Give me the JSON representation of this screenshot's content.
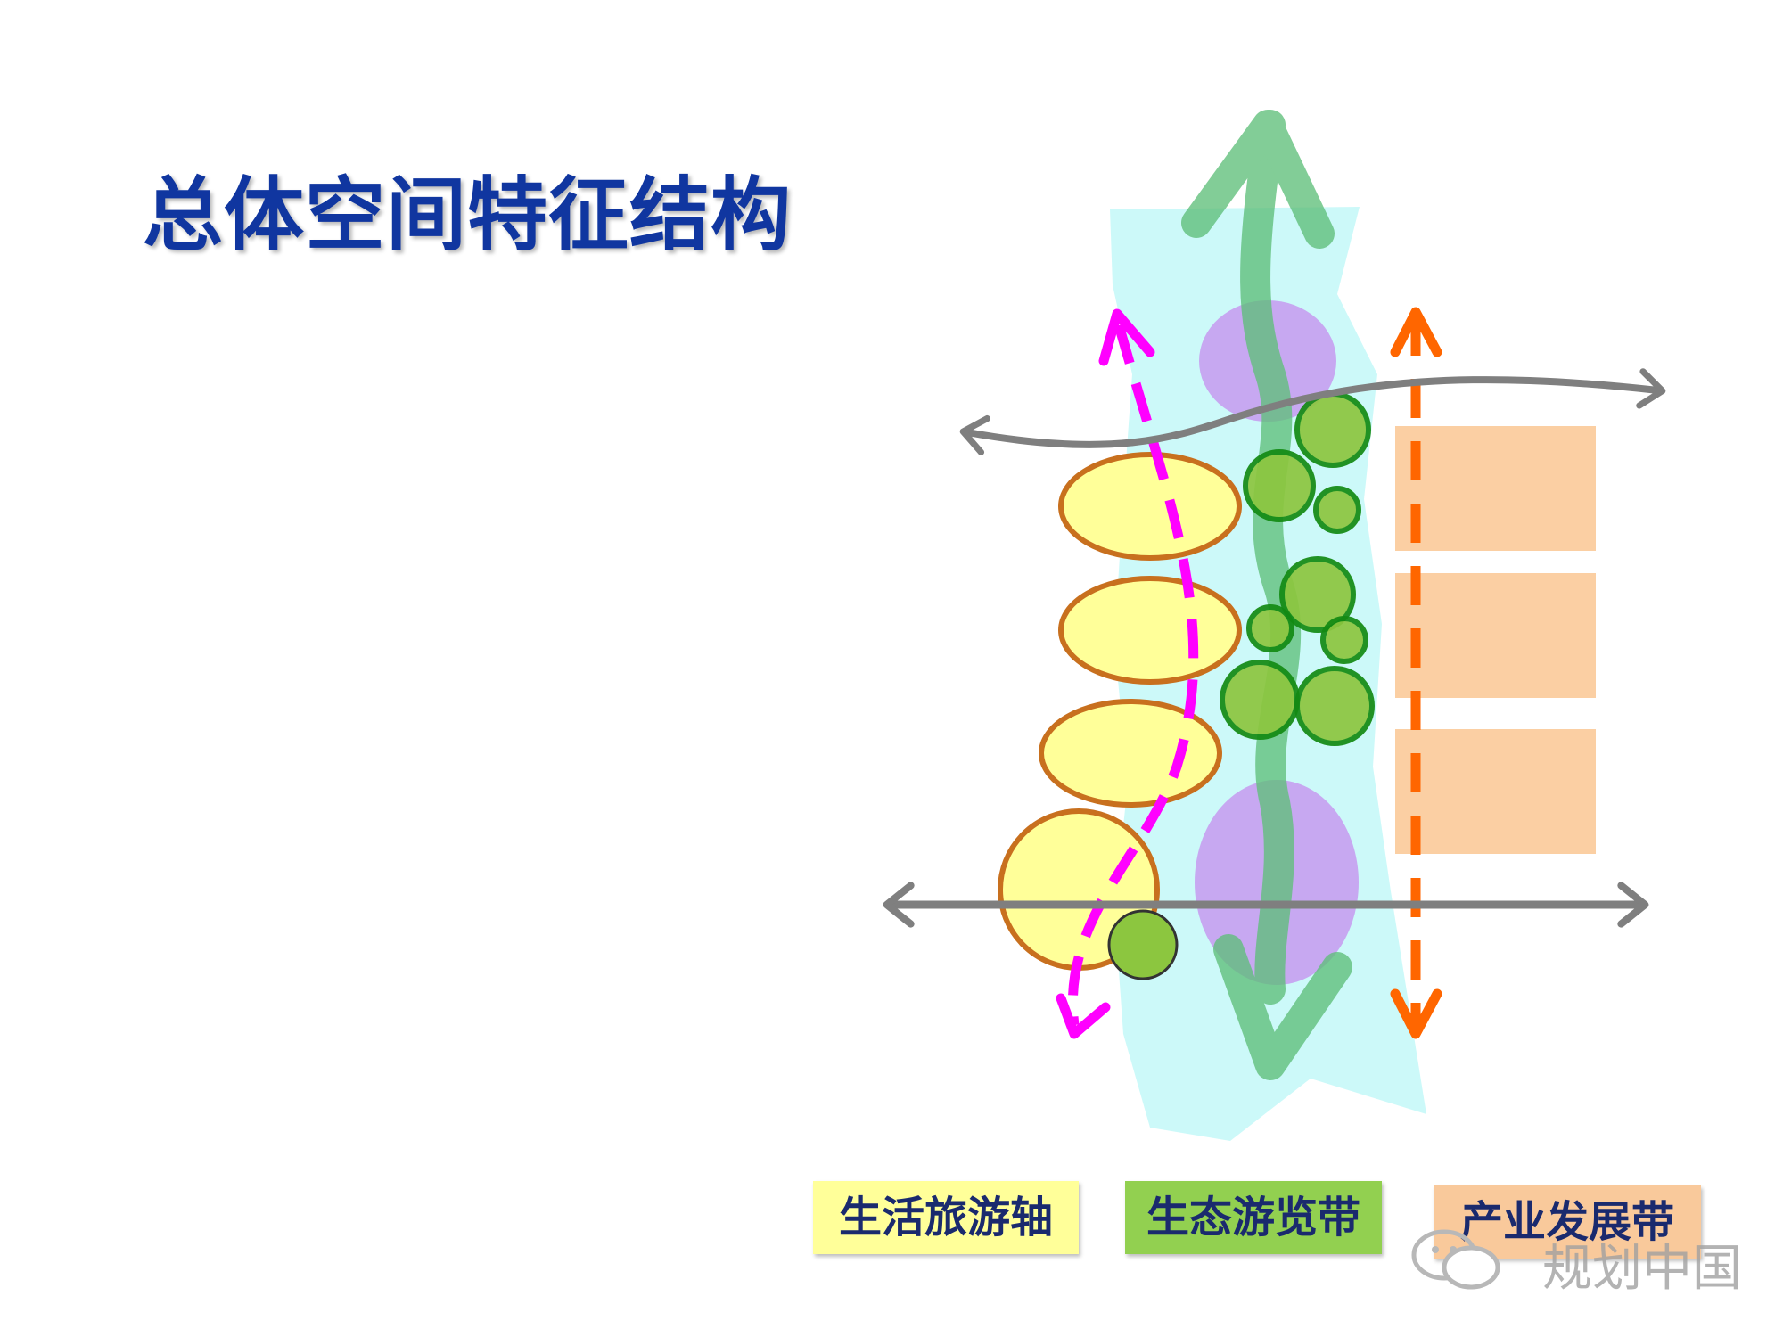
{
  "title": "总体空间特征结构",
  "legend": {
    "life_tourism_axis": {
      "label": "生活旅游轴",
      "color": "#ffff99"
    },
    "eco_tour_belt": {
      "label": "生态游览带",
      "color": "#92d050"
    },
    "industry_belt": {
      "label": "产业发展带",
      "color": "#f9c99b"
    }
  },
  "watermark": "规划中国",
  "colors": {
    "title": "#1036a0",
    "river": "#c8f8f8",
    "green_axis": "#5fbf7a",
    "purple_node": "#c59af0",
    "green_circle_fill": "#8cc63f",
    "green_circle_stroke": "#138a13",
    "yellow_oval_fill": "#ffff99",
    "yellow_oval_stroke": "#c8701e",
    "magenta_dash": "#ff00ff",
    "orange_dash": "#ff6600",
    "gray_axis": "#7f7f7f",
    "orange_block": "#fbcfa3"
  }
}
